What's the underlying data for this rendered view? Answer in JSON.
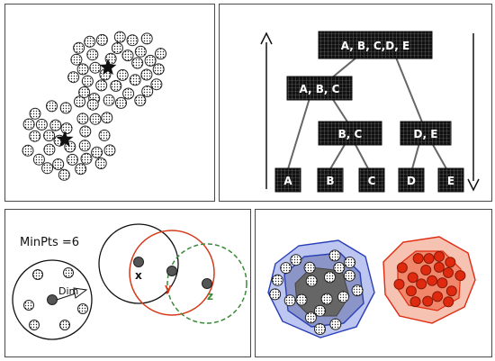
{
  "hierarchy": {
    "root": "A, B, C,D, E",
    "left_merge": "A, B, C",
    "mid_merge": "B, C",
    "right_merge": "D, E",
    "leaves": [
      "A",
      "B",
      "C",
      "D",
      "E"
    ]
  },
  "dbscan": {
    "minpts_label": "MinPts =6",
    "dim_label": "Dim",
    "point_x": "x",
    "point_y": "y",
    "point_z": "z"
  },
  "colors": {
    "node_fill": "#1a1a1a",
    "cluster_blue": "#2a3fb5",
    "cluster_red": "#e02a10",
    "point_y_ring": "#d63a1a",
    "point_z_ring": "#3a8a3a",
    "label_y": "#d63a1a",
    "label_z": "#3a8a3a"
  },
  "icons": [
    "star-centroid-icon",
    "up-arrow-icon",
    "down-arrow-icon",
    "dim-arrow-icon"
  ]
}
